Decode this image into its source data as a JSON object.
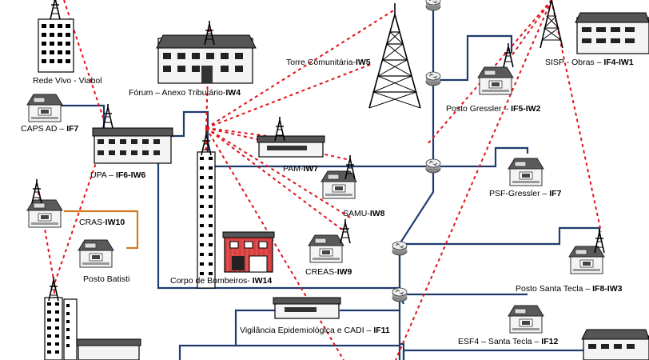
{
  "sites": {
    "rede_vivo": {
      "name": "Rede Vivo - Viabol",
      "code": ""
    },
    "forum": {
      "name": "Fórum – Anexo Tributário-",
      "code": "IW4"
    },
    "torre": {
      "name": "Torre Comunitária-",
      "code": "IW5"
    },
    "sisp": {
      "name": "SISP - Obras – ",
      "code": "IF4-IW1"
    },
    "caps": {
      "name": "CAPS AD – ",
      "code": "IF7"
    },
    "upa": {
      "name": "UPA – ",
      "code": "IF6-IW6"
    },
    "posto_gressler": {
      "name": "Posto Gressler – ",
      "code": "IF5-IW2"
    },
    "psf_gressler": {
      "name": "PSF-Gressler – ",
      "code": "IF7"
    },
    "pam": {
      "name": "PAM-",
      "code": "IW7"
    },
    "samu": {
      "name": "SAMU-",
      "code": "IW8"
    },
    "cras": {
      "name": "CRAS-",
      "code": "IW10"
    },
    "posto_batisti": {
      "name": "Posto Batisti",
      "code": ""
    },
    "creas": {
      "name": "CREAS-",
      "code": "IW9"
    },
    "bombeiros": {
      "name": "Corpo de Bombeiros- ",
      "code": "IW14"
    },
    "santa_tecla": {
      "name": "Posto Santa Tecla – ",
      "code": "IF8-IW3"
    },
    "vigilancia": {
      "name": "Vigilância Epidemiológica e CADI – ",
      "code": "IF11"
    },
    "esf4": {
      "name": "ESF4 – Santa Tecla – ",
      "code": "IF12"
    }
  },
  "colors": {
    "fiber": "#1f3c6e",
    "wireless": "#e0141c",
    "copper": "#d17a22",
    "house_roof": "#555555",
    "brick": "#d94040"
  },
  "icons": [
    "antenna-tower-icon",
    "router-icon",
    "house-icon",
    "building-icon",
    "lattice-tower-icon",
    "fire-station-icon"
  ]
}
